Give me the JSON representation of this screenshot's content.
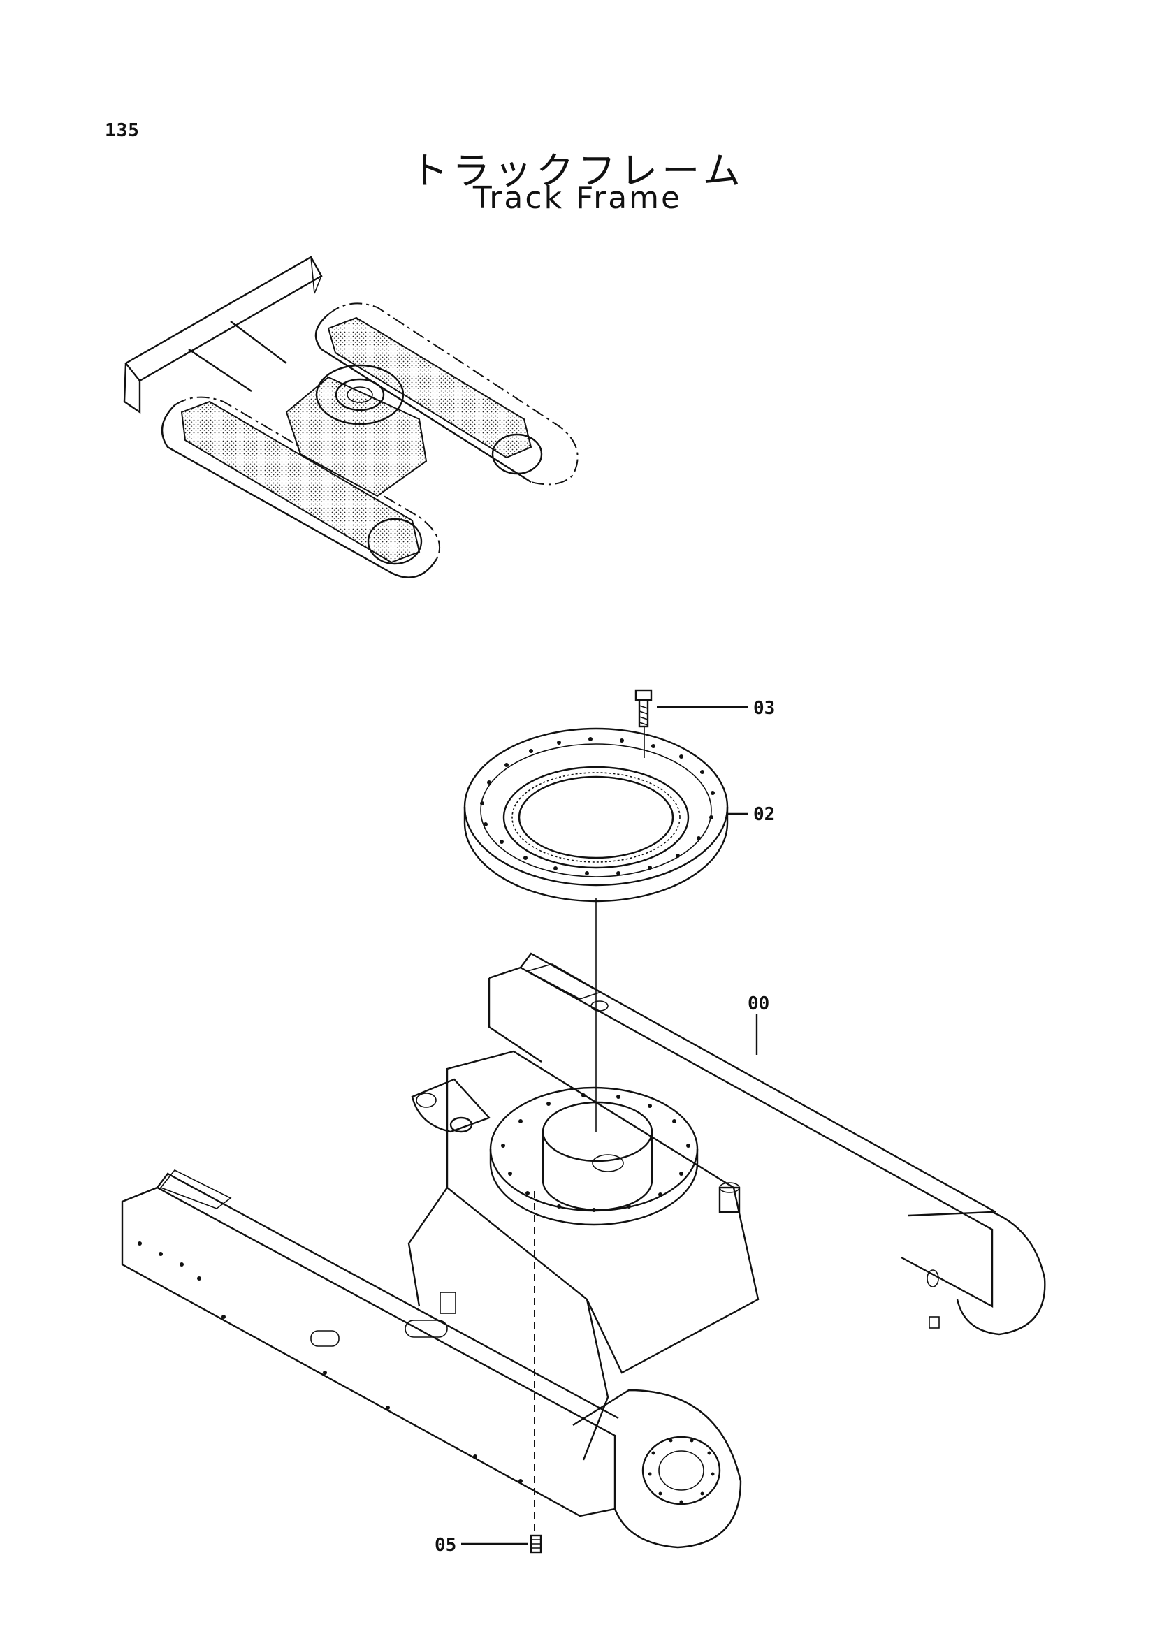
{
  "page": {
    "number": "135",
    "title_jp": "トラックフレーム",
    "title_en": "Track Frame"
  },
  "callouts": {
    "c03": "03",
    "c02": "02",
    "c00": "00",
    "c05": "05"
  }
}
